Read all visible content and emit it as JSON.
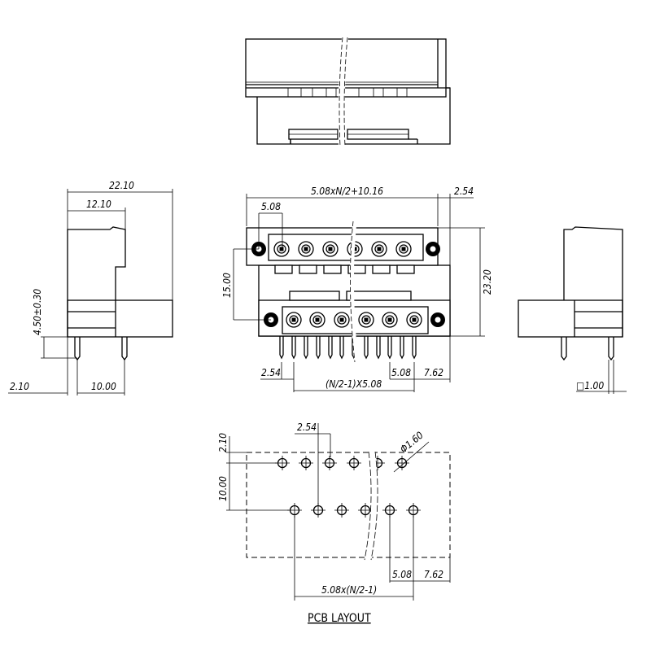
{
  "colors": {
    "line": "#000000",
    "background": "#ffffff"
  },
  "top_view": {},
  "front_view": {
    "overall_width": "5.08xN/2+10.16",
    "right_offset": "2.54",
    "pitch_top": "5.08",
    "row_spacing": "15.00",
    "height": "23.20",
    "left_pin_offset": "2.54",
    "pin_span": "(N/2-1)X5.08",
    "pitch_bottom": "5.08",
    "right_margin": "7.62"
  },
  "left_view": {
    "depth": "22.10",
    "upper_depth": "12.10",
    "pin_length": "4.50±0.30",
    "edge_to_pin": "2.10",
    "pin_spacing": "10.00"
  },
  "right_view": {
    "pin_size": "□1.00"
  },
  "pcb_layout": {
    "title": "PCB LAYOUT",
    "edge_offset": "2.10",
    "row_spacing": "10.00",
    "stagger": "2.54",
    "hole_diameter": "Φ1.60",
    "pitch": "5.08",
    "right_margin": "7.62",
    "span": "5.08x(N/2-1)"
  }
}
